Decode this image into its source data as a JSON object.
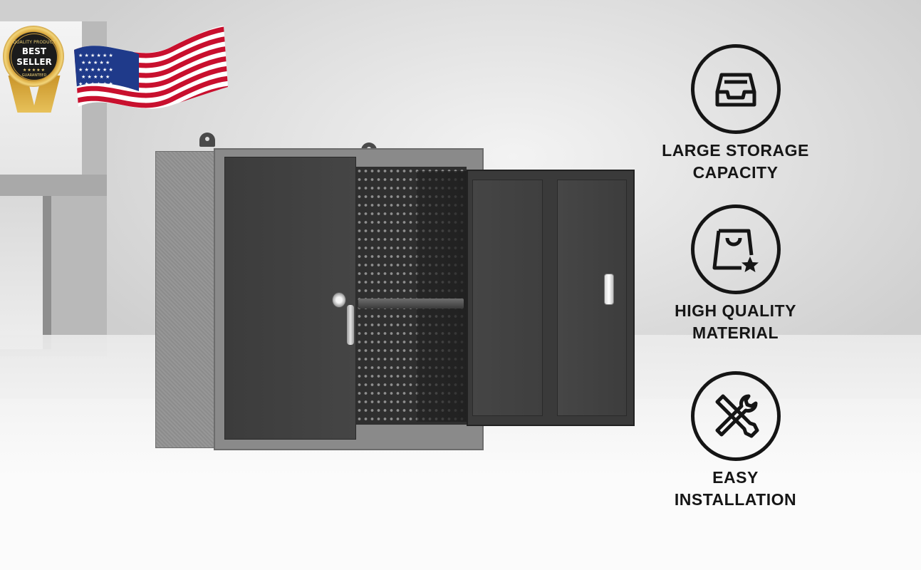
{
  "badge": {
    "top_text": "QUALITY PRODUCT",
    "main_line1": "BEST",
    "main_line2": "SELLER",
    "stars": "★★★★★",
    "bottom_text": "GUARANTEED",
    "gold_color": "#d9a63b"
  },
  "flag": {
    "icon": "us-flag-icon",
    "colors": {
      "red": "#c8102e",
      "white": "#ffffff",
      "blue": "#1f3a8a"
    }
  },
  "features": [
    {
      "icon": "inbox-tray-icon",
      "line1": "LARGE STORAGE",
      "line2": "CAPACITY"
    },
    {
      "icon": "shopping-bag-star-icon",
      "line1": "HIGH QUALITY",
      "line2": "MATERIAL"
    },
    {
      "icon": "wrench-screwdriver-icon",
      "line1": "EASY",
      "line2": "INSTALLATION"
    }
  ],
  "product": {
    "subject": "wall-mounted-tool-cabinet",
    "body_color": "#3c3c3c",
    "side_color": "#8c8c8c"
  }
}
